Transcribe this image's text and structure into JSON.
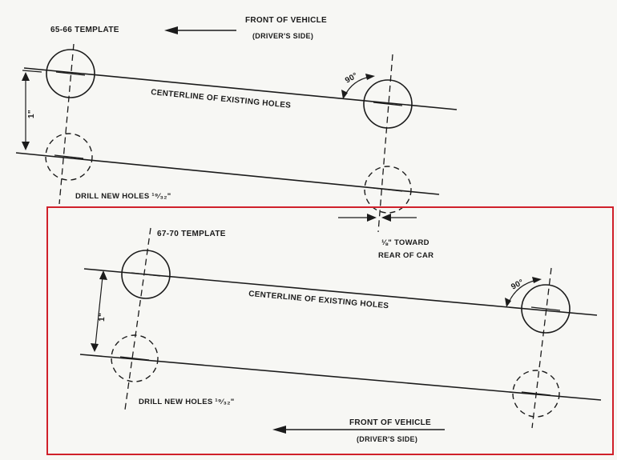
{
  "top_diagram": {
    "template_label": "65-66 TEMPLATE",
    "front_label_line1": "FRONT OF VEHICLE",
    "front_label_line2": "(DRIVER'S SIDE)",
    "centerline_label": "CENTERLINE OF EXISTING HOLES",
    "angle_label": "90°",
    "spacing_label": "1\"",
    "drill_label": "DRILL NEW HOLES ¹⁹⁄₃₂\"",
    "offset_label_line1": "⅛\" TOWARD",
    "offset_label_line2": "REAR OF CAR"
  },
  "bottom_diagram": {
    "template_label": "67-70 TEMPLATE",
    "front_label_line1": "FRONT OF VEHICLE",
    "front_label_line2": "(DRIVER'S SIDE)",
    "centerline_label": "CENTERLINE OF EXISTING HOLES",
    "angle_label": "90°",
    "spacing_label": "1\"",
    "drill_label": "DRILL NEW HOLES ¹⁹⁄₃₂\""
  },
  "colors": {
    "ink": "#1b1b1b",
    "highlight_box": "#d0202a",
    "paper": "#f7f7f4"
  }
}
